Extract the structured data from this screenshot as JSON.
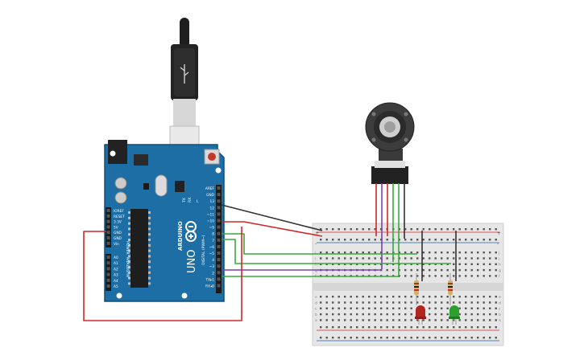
{
  "board": {
    "brand": "ARDUINO",
    "model": "UNO",
    "power_header": [
      "IOREF",
      "RESET",
      "3.3V",
      "5V",
      "GND",
      "GND",
      "Vin"
    ],
    "analog_header": [
      "A0",
      "A1",
      "A2",
      "A3",
      "A4",
      "A5"
    ],
    "power_title": "POWER",
    "analog_title": "ANALOG IN",
    "digital_title": "DIGITAL (PWM~)",
    "digital_header": [
      "AREF",
      "GND",
      "13",
      "12",
      "~11",
      "~10",
      "~9",
      "8",
      "7",
      "~6",
      "~5",
      "4",
      "~3",
      "2",
      "TX▸1",
      "RX◂0"
    ],
    "tx_rx": [
      "TX",
      "RX"
    ],
    "led_l": "L"
  },
  "breadboard": {
    "rail_plus": "+",
    "rail_minus": "-",
    "row_letters_top": [
      "j",
      "i",
      "h",
      "g",
      "f"
    ],
    "row_letters_bottom": [
      "e",
      "d",
      "c",
      "b",
      "a"
    ]
  },
  "components": {
    "potentiometer": "rotary-encoder",
    "leds": [
      {
        "color": "#b3261e"
      },
      {
        "color": "#2ca02c"
      }
    ]
  },
  "wire_colors": {
    "red": "#d1262b",
    "black": "#333333",
    "green": "#3aa83a",
    "purple": "#7b3fb5"
  }
}
